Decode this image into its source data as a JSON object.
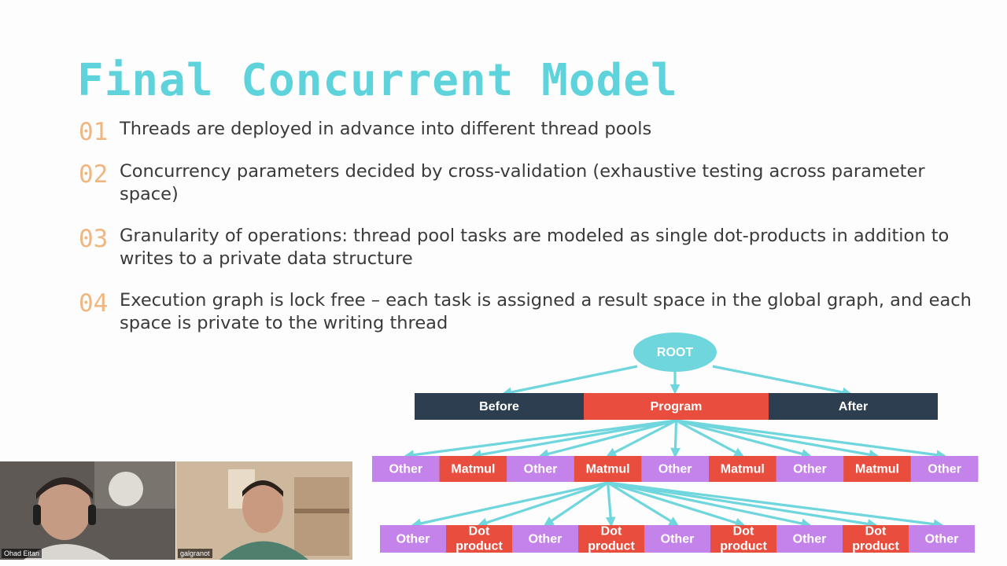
{
  "slide": {
    "title": "Final Concurrent Model",
    "points": [
      {
        "num": "01",
        "text": "Threads are deployed in advance into different thread pools"
      },
      {
        "num": "02",
        "text": "Concurrency parameters decided by cross-validation (exhaustive testing across parameter space)"
      },
      {
        "num": "03",
        "text": "Granularity of operations: thread pool tasks are modeled as single dot-products in addition to writes to a private data structure"
      },
      {
        "num": "04",
        "text": "Execution graph is lock free – each task is assigned a result space in the global graph, and each space is private to the writing thread"
      }
    ]
  },
  "diagram": {
    "root": "ROOT",
    "level1": [
      "Before",
      "Program",
      "After"
    ],
    "level2": [
      "Other",
      "Matmul",
      "Other",
      "Matmul",
      "Other",
      "Matmul",
      "Other",
      "Matmul",
      "Other"
    ],
    "level3": [
      "Other",
      "Dot product",
      "Other",
      "Dot product",
      "Other",
      "Dot product",
      "Other",
      "Dot product",
      "Other"
    ]
  },
  "colors": {
    "title": "#5fd3dc",
    "number": "#efb77f",
    "arrow": "#6ed6dc",
    "dark": "#2c3e50",
    "red": "#e94d3d",
    "purple": "#c383ea"
  },
  "participants": [
    {
      "name": "Ohad Eitan"
    },
    {
      "name": "galgranot"
    }
  ]
}
